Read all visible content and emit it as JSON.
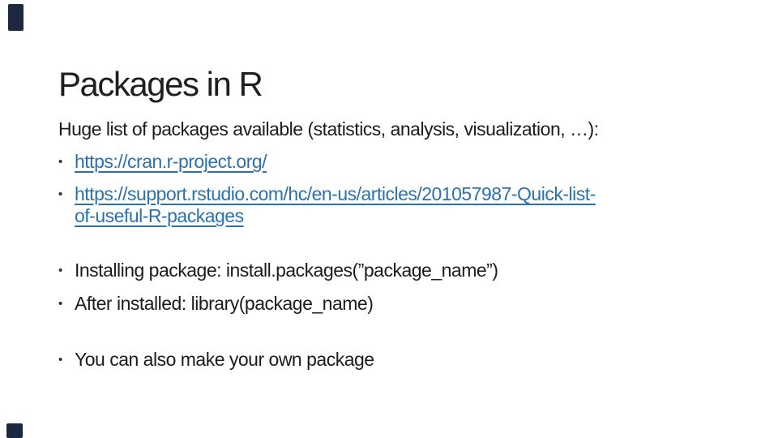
{
  "slide": {
    "title": "Packages in R",
    "bullet_char": "•",
    "intro": "Huge list of packages available (statistics, analysis, visualization, …):",
    "links": [
      {
        "text": "https://cran.r-project.org/"
      },
      {
        "lines": [
          "https://support.rstudio.com/hc/en-us/articles/201057987-Quick-list-",
          "of-useful-R-packages"
        ]
      }
    ],
    "bullets": [
      "Installing package: install.packages(”package_name”)",
      "After installed: library(package_name)",
      "You can also make your own package"
    ],
    "colors": {
      "link": "#2b71ae",
      "text": "#1c1c1c",
      "title": "#1f1f1f",
      "corner_mark": "#1c2740",
      "background": "#ffffff"
    }
  }
}
